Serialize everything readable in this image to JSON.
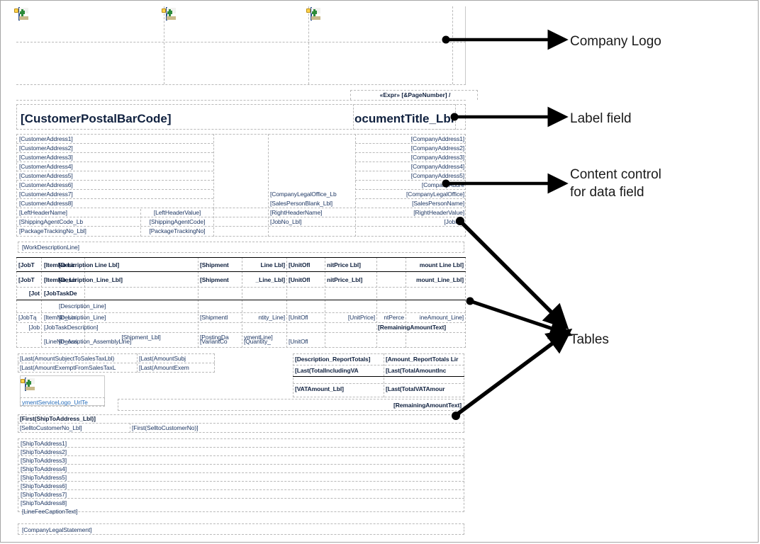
{
  "meta": {
    "view": "report-layout-designer",
    "colors": {
      "field_text": "#1f3864",
      "bold_text": "#10213f",
      "link": "#2a6fbb",
      "grid_line": "#b9b9b9",
      "rule_line": "#000000",
      "annotation_text": "#1a1a1a",
      "page_border": "#a6a6a6"
    }
  },
  "annotations": [
    {
      "id": "company-logo",
      "label": "Company Logo"
    },
    {
      "id": "label-field",
      "label": "Label field"
    },
    {
      "id": "content-control",
      "label": "Content control\nfor data field"
    },
    {
      "id": "tables",
      "label": "Tables"
    }
  ],
  "header_band": {
    "logo_placeholders": [
      {
        "name": "company-logo-1",
        "icon": "picture-placeholder-icon"
      },
      {
        "name": "company-logo-2",
        "icon": "picture-placeholder-icon"
      },
      {
        "name": "company-logo-3",
        "icon": "picture-placeholder-icon"
      }
    ],
    "page_number_expr": "«Expr» [&PageNumber] /",
    "barcode_field": "[CustomerPostalBarCode]",
    "document_title_label": "ocumentTitle_Lbl"
  },
  "address_block": {
    "customer_address": [
      "[CustomerAddress1]",
      "[CustomerAddress2]",
      "[CustomerAddress3]",
      "[CustomerAddress4]",
      "[CustomerAddress5]",
      "[CustomerAddress6]",
      "[CustomerAddress7]",
      "[CustomerAddress8]"
    ],
    "company_address": [
      "[CompanyAddress1]",
      "[CompanyAddress2]",
      "[CompanyAddress3]",
      "[CompanyAddress4]",
      "[CompanyAddress5]",
      "[CompanyAddre",
      "[CompanyLegalOffice]",
      "[SalesPersonName]"
    ],
    "mid_labels": [
      "[CompanyLegalOffice_Lb",
      "[SalesPersonBlank_Lbl]"
    ],
    "header_rows": [
      {
        "left_label": "[LeftHeaderName]",
        "left_value": "[LeftHeaderValue]",
        "right_label": "[RightHeaderName]",
        "right_value": "[RightHeaderValue]"
      },
      {
        "left_label": "[ShippingAgentCode_Lb",
        "left_value": "[ShippingAgentCode]",
        "right_label": "[JobNo_Lbl]",
        "right_value": "[JobNo]"
      },
      {
        "left_label": "[PackageTrackingNo_Lbl]",
        "left_value": "[PackageTrackingNo]",
        "right_label": "",
        "right_value": ""
      }
    ]
  },
  "work_description": {
    "field": "[WorkDescriptionLine]"
  },
  "lines_table": {
    "header_row": [
      "[JobT",
      "[ItemNo Lir",
      "[Description Line Lbl]",
      "[Shipment",
      "Line Lbl]",
      "[UnitOfl",
      "nitPrice Lbl]",
      "",
      "mount Line Lbl]"
    ],
    "label_row": [
      "[JobT",
      "[ItemNo_Lir",
      "[Description_Line_Lbl]",
      "[Shipment",
      "_Line_Lbl]",
      "[UnitOfl",
      "nitPrice_Lbl]",
      "",
      "mount_Line_Lbl]"
    ],
    "task_row": [
      "[Jot",
      "[JobTaskDe"
    ],
    "description_only_row": "[Description_Line]",
    "data_row": [
      "[JobTą",
      "[ItemNo_Lin",
      "[Description_Line]",
      "[Shipmentl",
      "ntity_Line]",
      "[UnitOfl",
      "[UnitPrice]",
      "ntPerce",
      "ineAmount_Line]"
    ],
    "task_description_row": {
      "job": "[Job",
      "description": "[JobTaskDescription]",
      "remaining": "[RemainingAmountText]"
    },
    "shipment_row": [
      "",
      "",
      "[Shipment_Lbl]",
      "[PostingDa",
      "ymentLine]",
      "",
      "",
      "",
      ""
    ],
    "assembly_row": [
      "",
      "[LineNo_Ass",
      "[Description_AssemblyLine]",
      "[VariantCo",
      "[Quantity_",
      "[UnitOfl",
      "",
      "",
      ""
    ]
  },
  "tax_block": {
    "rows": [
      {
        "label": "[Last(AmountSubjectToSalesTaxLbl)",
        "value": "[Last(AmountSubj"
      },
      {
        "label": "[Last(AmountExemptFromSalesTaxL",
        "value": "[Last(AmountExem"
      }
    ]
  },
  "totals_block": {
    "rows": [
      {
        "label": "[Description_ReportTotals]",
        "value": "[Amount_ReportTotals Lir"
      },
      {
        "label": "[Last(TotalIncludingVA",
        "value": "[Last(TotalAmountInc"
      },
      {
        "label": "[VATAmount_Lbl]",
        "value": "[Last(TotalVATAmour"
      }
    ],
    "remaining_amount": "[RemainingAmountText]"
  },
  "payment_logo": {
    "icon": "picture-placeholder-icon",
    "url_text": "ymentServiceLogo_UrlTe"
  },
  "shipto_block": {
    "title": "[First(ShipToAddress_Lbl)]",
    "customer_no_label": "[SelltoCustomerNo_Lbl]",
    "customer_no_value": "[First(SelltoCustomerNo)]",
    "addresses": [
      "[ShipToAddress1]",
      "[ShipToAddress2]",
      "[ShipToAddress3]",
      "[ShipToAddress4]",
      "[ShipToAddress5]",
      "[ShipToAddress6]",
      "[ShipToAddress7]",
      "[ShipToAddress8]"
    ],
    "line_fee_caption": "[LineFeeCaptionText]"
  },
  "footer": {
    "legal_statement": "[CompanyLegalStatement]"
  }
}
